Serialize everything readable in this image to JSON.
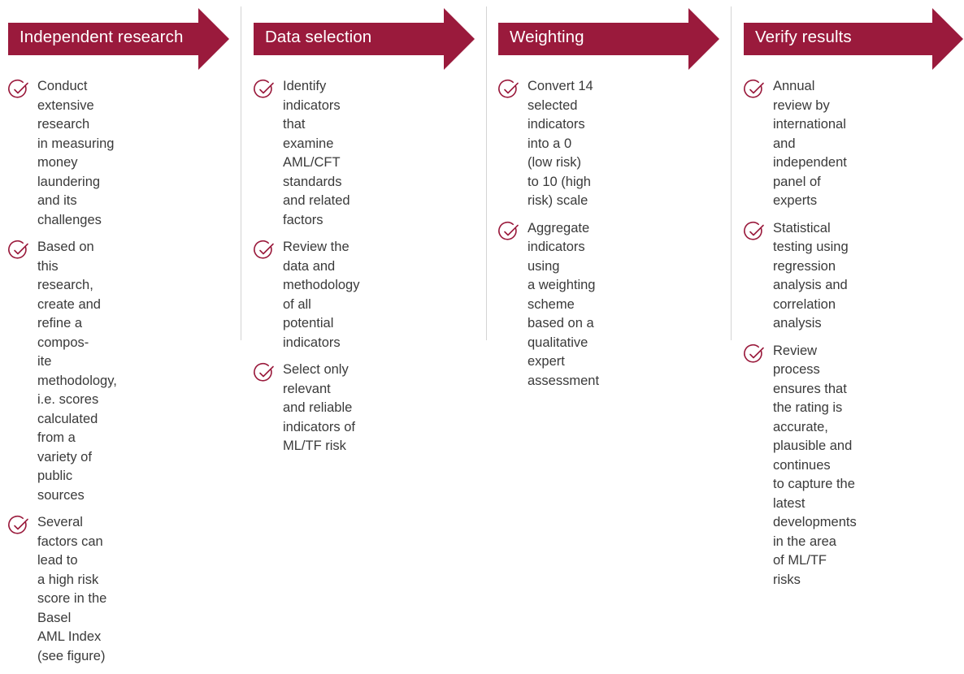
{
  "colors": {
    "accent": "#9a1a3c",
    "text": "#3a3a3a",
    "divider": "#d4d4d4"
  },
  "columns": [
    {
      "title": "Independent research",
      "items": [
        "Conduct extensive research\nin measuring money\nlaundering and its challenges",
        "Based on this research,\ncreate and refine a compos-\nite methodology, i.e. scores\ncalculated from a variety of\npublic sources",
        "Several factors can lead to\na high risk score in the Basel\nAML Index (see figure)"
      ]
    },
    {
      "title": "Data selection",
      "items": [
        "Identify indicators that\nexamine AML/CFT standards\nand related factors",
        "Review the data and\nmethodology of all potential\nindicators",
        "Select only relevant\nand reliable indicators of\nML/TF risk"
      ]
    },
    {
      "title": "Weighting",
      "items": [
        "Convert 14 selected\nindicators into a 0 (low risk)\nto 10 (high risk) scale",
        "Aggregate indicators using\na weighting scheme\nbased on a qualitative expert\nassessment"
      ]
    },
    {
      "title": "Verify results",
      "items": [
        "Annual review by international\nand independent panel of\nexperts",
        "Statistical testing using\nregression analysis and\ncorrelation analysis",
        "Review process ensures that\nthe rating is accurate,\nplausible and continues\nto capture the latest\ndevelopments in the area\nof ML/TF risks"
      ]
    }
  ]
}
